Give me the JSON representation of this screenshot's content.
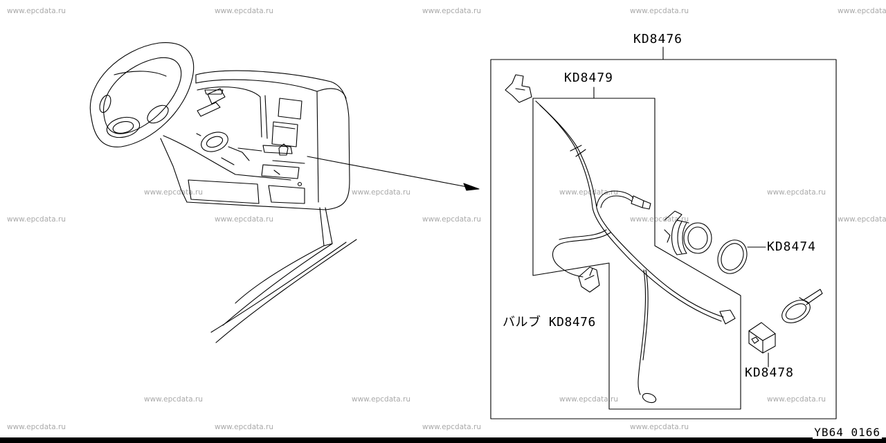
{
  "watermark": "www.epcdata.ru",
  "labels": {
    "kit_outer": "KD8476",
    "harness": "KD8479",
    "ring": "KD8474",
    "bulb": "バルブ KD8476",
    "connector": "KD8478"
  },
  "diagram_code": "YB64 0166"
}
